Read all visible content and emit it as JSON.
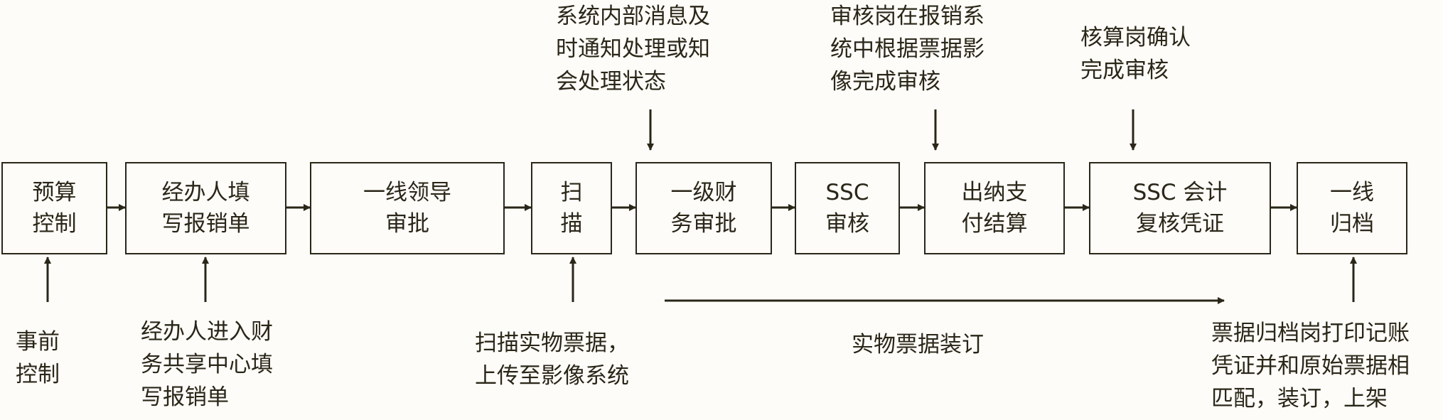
{
  "steps": [
    {
      "label": "预算\n控制"
    },
    {
      "label": "经办人填\n写报销单"
    },
    {
      "label": "一线领导\n审批"
    },
    {
      "label": "扫\n描"
    },
    {
      "label": "一级财\n务审批"
    },
    {
      "label": "SSC\n审核"
    },
    {
      "label": "出纳支\n付结算"
    },
    {
      "label": "SSC 会计\n复核凭证"
    },
    {
      "label": "一线\n归档"
    }
  ],
  "top_notes": [
    {
      "text": "系统内部消息及\n时通知处理或知\n会处理状态"
    },
    {
      "text": "审核岗在报销系\n统中根据票据影\n像完成审核"
    },
    {
      "text": "核算岗确认\n完成审核"
    }
  ],
  "bottom_notes": [
    {
      "text": "事前\n控制"
    },
    {
      "text": "经办人进入财\n务共享中心填\n写报销单"
    },
    {
      "text": "扫描实物票据，\n上传至影像系统"
    },
    {
      "text": "实物票据装订"
    },
    {
      "text": "票据归档岗打印记账\n凭证并和原始票据相\n匹配，装订，上架"
    }
  ],
  "colors": {
    "ink": "#2a2618",
    "background": "#fdfcf8"
  }
}
